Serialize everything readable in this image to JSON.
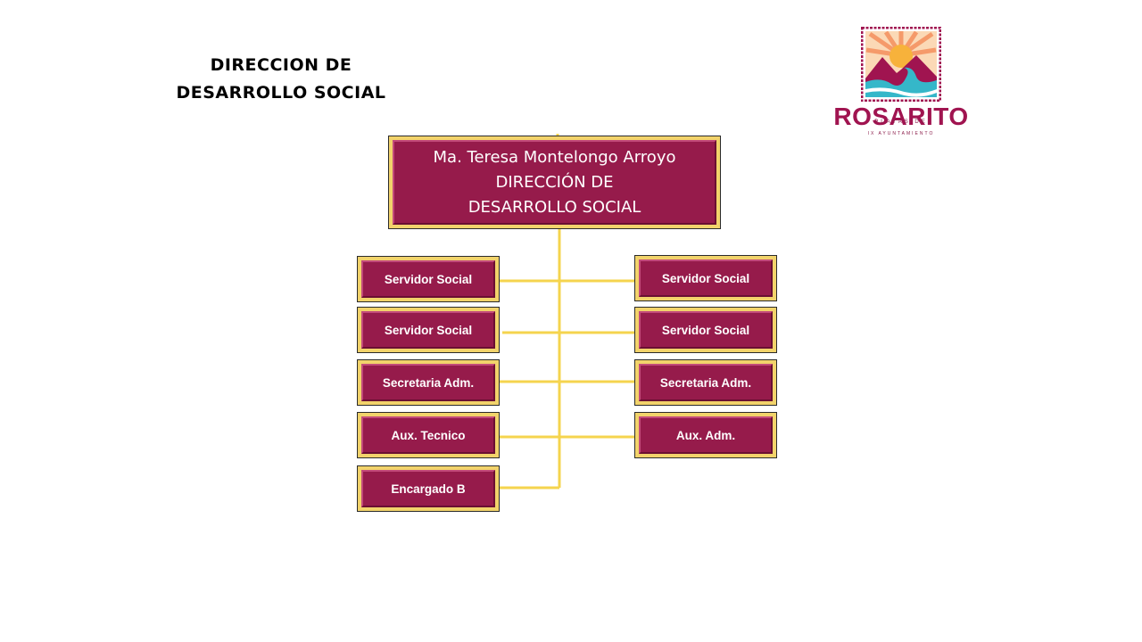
{
  "title": {
    "line1": "DIRECCION DE",
    "line2": "DESARROLLO SOCIAL"
  },
  "logo": {
    "top_text": "PLAYAS DE",
    "main_text": "ROSARITO",
    "bottom_text": "IX AYUNTAMIENTO",
    "colors": {
      "frame": "#a01450",
      "sun": "#f7b23b",
      "rays": "#f59a6a",
      "wave": "#35b7c9"
    }
  },
  "head": {
    "name": "Ma. Teresa Montelongo  Arroyo",
    "role_line1": "DIRECCIÓN DE",
    "role_line2": "DESARROLLO SOCIAL"
  },
  "left_column": [
    {
      "label": "Servidor Social"
    },
    {
      "label": "Servidor Social"
    },
    {
      "label": "Secretaria Adm."
    },
    {
      "label": "Aux. Tecnico"
    },
    {
      "label": "Encargado B"
    }
  ],
  "right_column": [
    {
      "label": "Servidor Social"
    },
    {
      "label": "Servidor Social"
    },
    {
      "label": "Secretaria Adm."
    },
    {
      "label": "Aux. Adm."
    }
  ],
  "colors": {
    "box_fill": "#961b4b",
    "box_frame": "#f2d36b",
    "connector": "#f5d44e"
  }
}
